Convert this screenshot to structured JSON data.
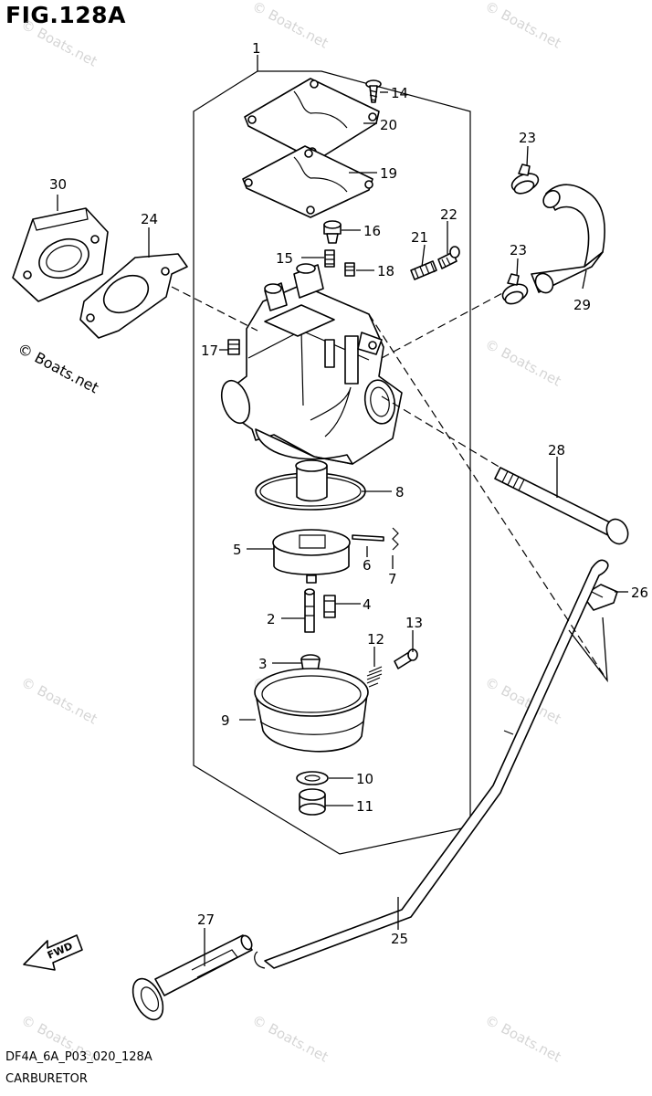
{
  "figure": {
    "title": "FIG.128A",
    "code": "DF4A_6A_P03_020_128A",
    "name": "CARBURETOR",
    "direction_label": "FWD",
    "watermark": "© Boats.net"
  },
  "parts": [
    {
      "ref": "1"
    },
    {
      "ref": "2"
    },
    {
      "ref": "3"
    },
    {
      "ref": "4"
    },
    {
      "ref": "5"
    },
    {
      "ref": "6"
    },
    {
      "ref": "7"
    },
    {
      "ref": "8"
    },
    {
      "ref": "9"
    },
    {
      "ref": "10"
    },
    {
      "ref": "11"
    },
    {
      "ref": "12"
    },
    {
      "ref": "13"
    },
    {
      "ref": "14"
    },
    {
      "ref": "15"
    },
    {
      "ref": "16"
    },
    {
      "ref": "17"
    },
    {
      "ref": "18"
    },
    {
      "ref": "19"
    },
    {
      "ref": "20"
    },
    {
      "ref": "21"
    },
    {
      "ref": "22"
    },
    {
      "ref": "23"
    },
    {
      "ref": "24"
    },
    {
      "ref": "25"
    },
    {
      "ref": "26"
    },
    {
      "ref": "27"
    },
    {
      "ref": "28"
    },
    {
      "ref": "29"
    },
    {
      "ref": "30"
    }
  ],
  "colors": {
    "line": "#000000",
    "background": "#ffffff",
    "watermark": "#b4b4b4"
  }
}
